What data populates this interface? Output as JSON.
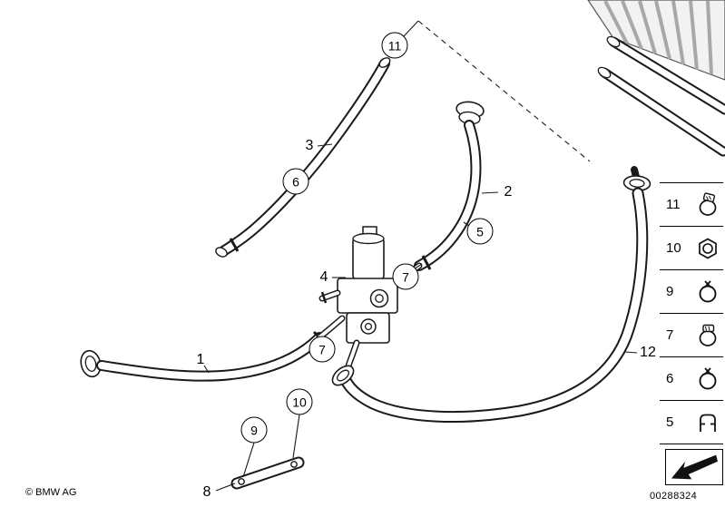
{
  "page": {
    "background": "#ffffff",
    "line_color": "#1a1a1a"
  },
  "diagram": {
    "description": "Cooling water hoses parts diagram",
    "callouts": [
      {
        "id": "11",
        "shape": "circle"
      },
      {
        "id": "6",
        "shape": "circle"
      },
      {
        "id": "3",
        "shape": "plain"
      },
      {
        "id": "2",
        "shape": "plain"
      },
      {
        "id": "5",
        "shape": "circle"
      },
      {
        "id": "4",
        "shape": "plain"
      },
      {
        "id": "7",
        "shape": "circle"
      },
      {
        "id": "7",
        "shape": "circle"
      },
      {
        "id": "1",
        "shape": "plain"
      },
      {
        "id": "12",
        "shape": "plain"
      },
      {
        "id": "10",
        "shape": "circle"
      },
      {
        "id": "9",
        "shape": "circle"
      },
      {
        "id": "8",
        "shape": "plain"
      }
    ]
  },
  "legend": {
    "items": [
      {
        "id": "11",
        "icon": "worm-drive-hose-clamp"
      },
      {
        "id": "10",
        "icon": "hex-nut"
      },
      {
        "id": "9",
        "icon": "spring-band-clamp"
      },
      {
        "id": "7",
        "icon": "worm-drive-hose-clamp"
      },
      {
        "id": "6",
        "icon": "spring-band-clamp"
      },
      {
        "id": "5",
        "icon": "retaining-clip"
      }
    ]
  },
  "footer": {
    "copyright": "© BMW AG",
    "drawing_number": "00288324"
  }
}
